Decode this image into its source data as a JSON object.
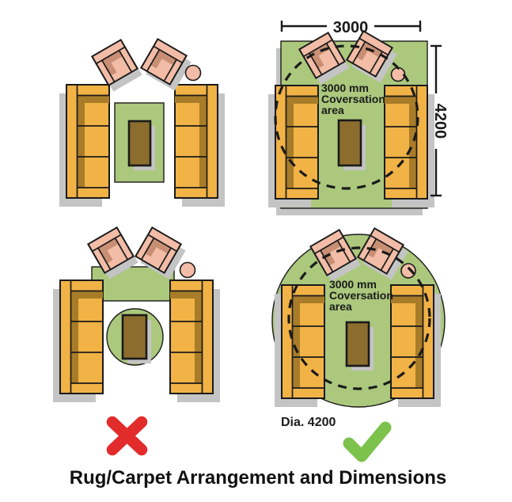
{
  "title": "Rug/Carpet Arrangement and Dimensions",
  "panels": {
    "top_right": {
      "dim_width": "3000",
      "dim_height": "4200",
      "conversation": {
        "line1": "3000 mm",
        "line2": "Coversation",
        "line3": "area"
      }
    },
    "bottom_right": {
      "diameter_label": "Dia. 4200",
      "conversation": {
        "line1": "3000 mm",
        "line2": "Coversation",
        "line3": "area"
      },
      "verdict": "correct"
    },
    "bottom_left": {
      "verdict": "wrong"
    }
  },
  "icons": {
    "wrong": "cross-mark",
    "correct": "check-mark"
  },
  "colors": {
    "sofa": "#f1b246",
    "sofa_shade": "#a87c28",
    "armchair": "#f2bca6",
    "armchair_shade": "#c98f74",
    "rug_green": "#abc87d",
    "coffee_table": "#8c6d2e",
    "drop_shadow": "#c4c4c4",
    "outline": "#1a1a1a",
    "wrong_mark": "#e22b2b",
    "correct_mark": "#7dc24d"
  }
}
